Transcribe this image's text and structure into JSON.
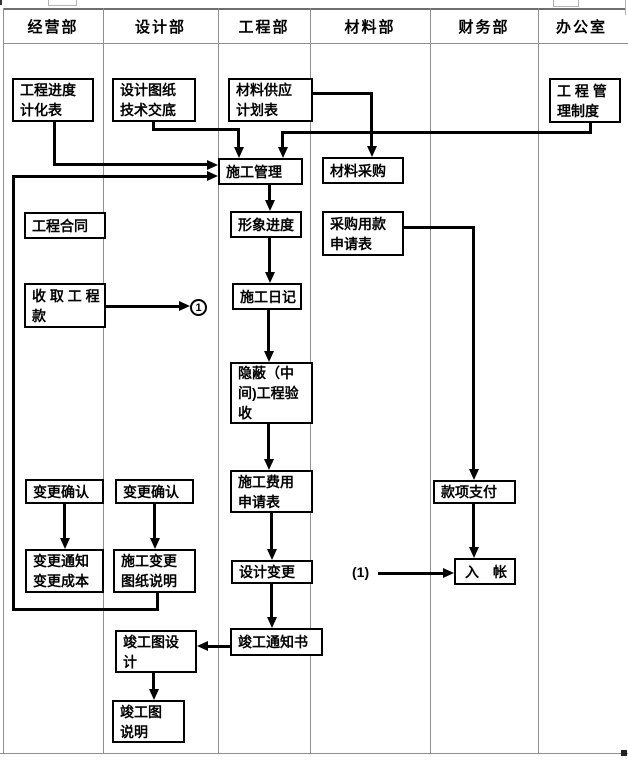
{
  "colors": {
    "flow_line": "#000000",
    "box_border": "#000000",
    "grid_line": "#8f8f8f",
    "background": "#ffffff",
    "text": "#000000"
  },
  "header": {
    "columns": [
      {
        "label": "经营部"
      },
      {
        "label": "设计部"
      },
      {
        "label": "工程部"
      },
      {
        "label": "材料部"
      },
      {
        "label": "财务部"
      },
      {
        "label": "办公室"
      }
    ]
  },
  "nodes": {
    "progress_plan": {
      "label": "工程进度\n计化表"
    },
    "design_disclosure": {
      "label": "设计图纸\n技术交底"
    },
    "material_supply_plan": {
      "label": "材料供应\n计划表"
    },
    "management_rules": {
      "label": "工 程 管\n理制度"
    },
    "construction_mgmt": {
      "label": "施工管理"
    },
    "material_purchase": {
      "label": "材料采购"
    },
    "visual_progress": {
      "label": "形象进度"
    },
    "purchase_payment_request": {
      "label": "采购用款\n申请表"
    },
    "contract": {
      "label": "工程合同"
    },
    "construction_diary": {
      "label": "施工日记"
    },
    "collect_payment": {
      "label": "收 取 工 程\n款"
    },
    "hidden_acceptance": {
      "label": "隐蔽（中\n间)工程验\n收"
    },
    "construction_fee_request": {
      "label": "施工费用\n申请表"
    },
    "payment": {
      "label": "款项支付"
    },
    "design_change": {
      "label": "设计变更"
    },
    "bookkeeping": {
      "label": "入　帐"
    },
    "change_confirm_biz": {
      "label": "变更确认"
    },
    "change_confirm_design": {
      "label": "变更确认"
    },
    "change_notice_cost": {
      "label": "变更通知\n变更成本"
    },
    "construction_change_drawing": {
      "label": "施工变更\n图纸说明"
    },
    "asbuilt_design": {
      "label": "竣工图设\n计"
    },
    "asbuilt_notes": {
      "label": "竣工图\n说明"
    },
    "completion_notice": {
      "label": "竣工通知书"
    }
  },
  "connectors": {
    "c1": {
      "label": "1"
    },
    "c2": {
      "label": "(1)"
    }
  }
}
